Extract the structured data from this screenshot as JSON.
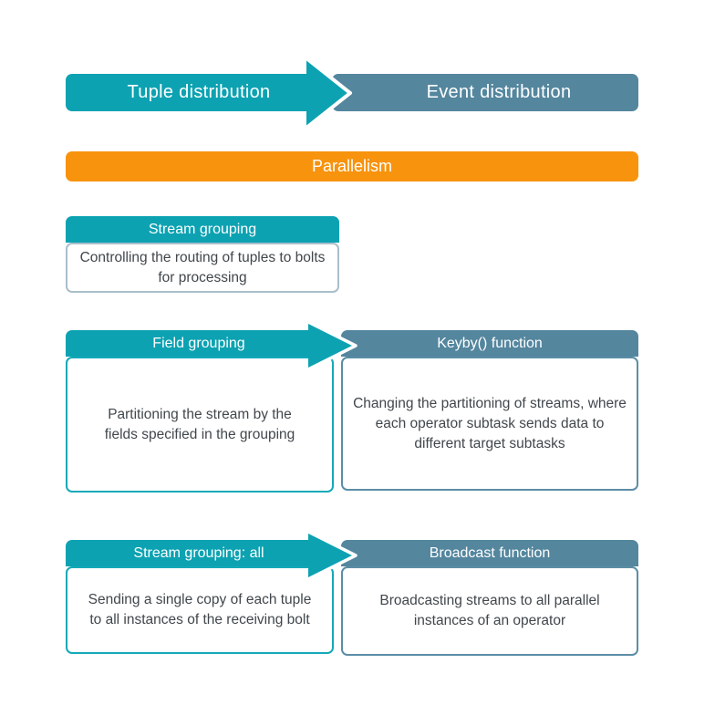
{
  "palette": {
    "teal": "#0DA2B2",
    "blue_gray": "#54869E",
    "orange": "#F8930D",
    "header_text": "#FFFFFF",
    "box_text": "#41474C",
    "left_box_border": "#14A9B9",
    "right_box_border": "#5C8DA6",
    "single_box_border": "#A9BFCA"
  },
  "top_arrow": {
    "left_label": "Tuple distribution",
    "right_label": "Event distribution"
  },
  "parallelism": {
    "label": "Parallelism"
  },
  "stream_grouping": {
    "header": "Stream grouping",
    "body": "Controlling the routing of tuples to bolts for processing"
  },
  "field_grouping": {
    "left_header": "Field grouping",
    "right_header": "Keyby() function",
    "left_body": "Partitioning the stream by the fields specified in the grouping",
    "right_body": "Changing the partitioning of streams, where each operator subtask sends data to different target subtasks"
  },
  "stream_grouping_all": {
    "left_header": "Stream grouping: all",
    "right_header": "Broadcast function",
    "left_body": "Sending a single copy of each tuple to all instances of the receiving bolt",
    "right_body": "Broadcasting streams to all parallel instances of an operator"
  }
}
